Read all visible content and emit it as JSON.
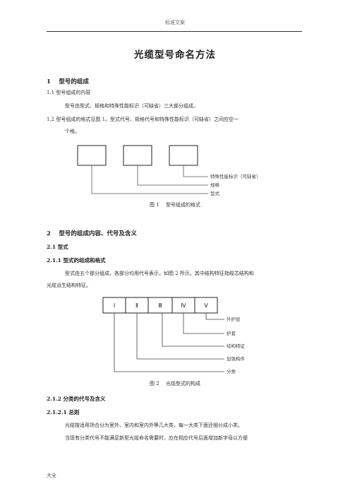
{
  "header": {
    "text": "标准文案"
  },
  "title": "光缆型号命名方法",
  "section1": {
    "heading": "1　 型号的组成",
    "s11": "1.1 型号组成的内容",
    "s11_text": "型号由型式、规格和特殊性能标识（可缺省）三大部分组成。",
    "s12_line1": "1.2 型号组成的格式见图 1。型式代号、规格代号和特殊性能标识（可缺省）之间应空一",
    "s12_line2": "个格。",
    "fig1": {
      "labels": [
        "特殊性能标识（可缺省）",
        "规格",
        "型式"
      ],
      "caption": "图 1　 型号组成的格式"
    }
  },
  "section2": {
    "heading": "2　 型号的组成内容、代号及含义",
    "s21": "2.1 型式",
    "s211": "2.1.1 型式的组成和格式",
    "s211_line1": "型式由五个部分组成，各部分均用代号表示，如图 2 所示。其中结构特征指缆芯结构和",
    "s211_line2": "光缆派生结构特征。",
    "fig2": {
      "boxes": [
        "Ⅰ",
        "Ⅱ",
        "Ⅲ",
        "Ⅳ",
        "Ⅴ"
      ],
      "labels": [
        "外护层",
        "护套",
        "结构特征",
        "加强构件",
        "分类"
      ],
      "caption": "图 2　 光缆型式的构成"
    },
    "s212": "2.1.2 分类的代号及含义",
    "s2121": "2.1.2.1 总则",
    "s2121_text": "光缆按适用场合分为室外、室内和室内外等几大类，每一大类下面还细分成小类。",
    "s2121_text2": "当现有分类代号不能满足新型光缆命名需要时，应在相应代号后面增加新字母以方便"
  },
  "footer": {
    "text": "大全"
  }
}
